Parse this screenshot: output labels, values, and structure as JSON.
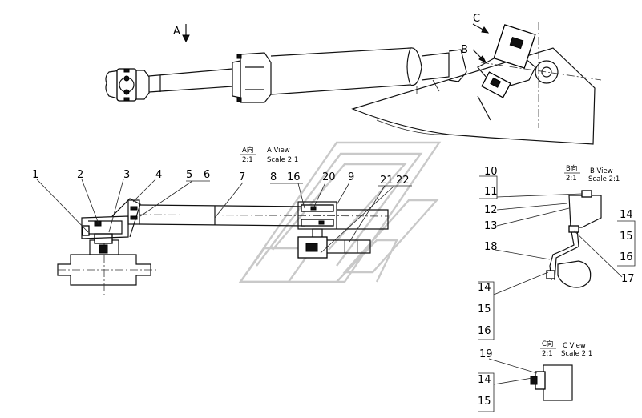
{
  "view_markers": {
    "a": "A",
    "b": "B",
    "c": "C"
  },
  "view_a": {
    "title_cn": "A向",
    "scale_ratio": "2:1",
    "title_en": "A View",
    "scale_en": "Scale 2:1"
  },
  "view_b": {
    "title_cn": "B向",
    "scale_ratio": "2:1",
    "title_en": "B View",
    "scale_en": "Scale 2:1"
  },
  "view_c": {
    "title_cn": "C向",
    "scale_ratio": "2:1",
    "title_en": "C View",
    "scale_en": "Scale 2:1"
  },
  "callouts_a": [
    "1",
    "2",
    "3",
    "4",
    "5",
    "6",
    "7",
    "8",
    "16",
    "20",
    "9",
    "21",
    "22"
  ],
  "callouts_b": [
    "10",
    "11",
    "12",
    "13",
    "14",
    "15",
    "16",
    "17",
    "18",
    "14",
    "15",
    "16"
  ],
  "callouts_c": [
    "19",
    "14",
    "15"
  ]
}
